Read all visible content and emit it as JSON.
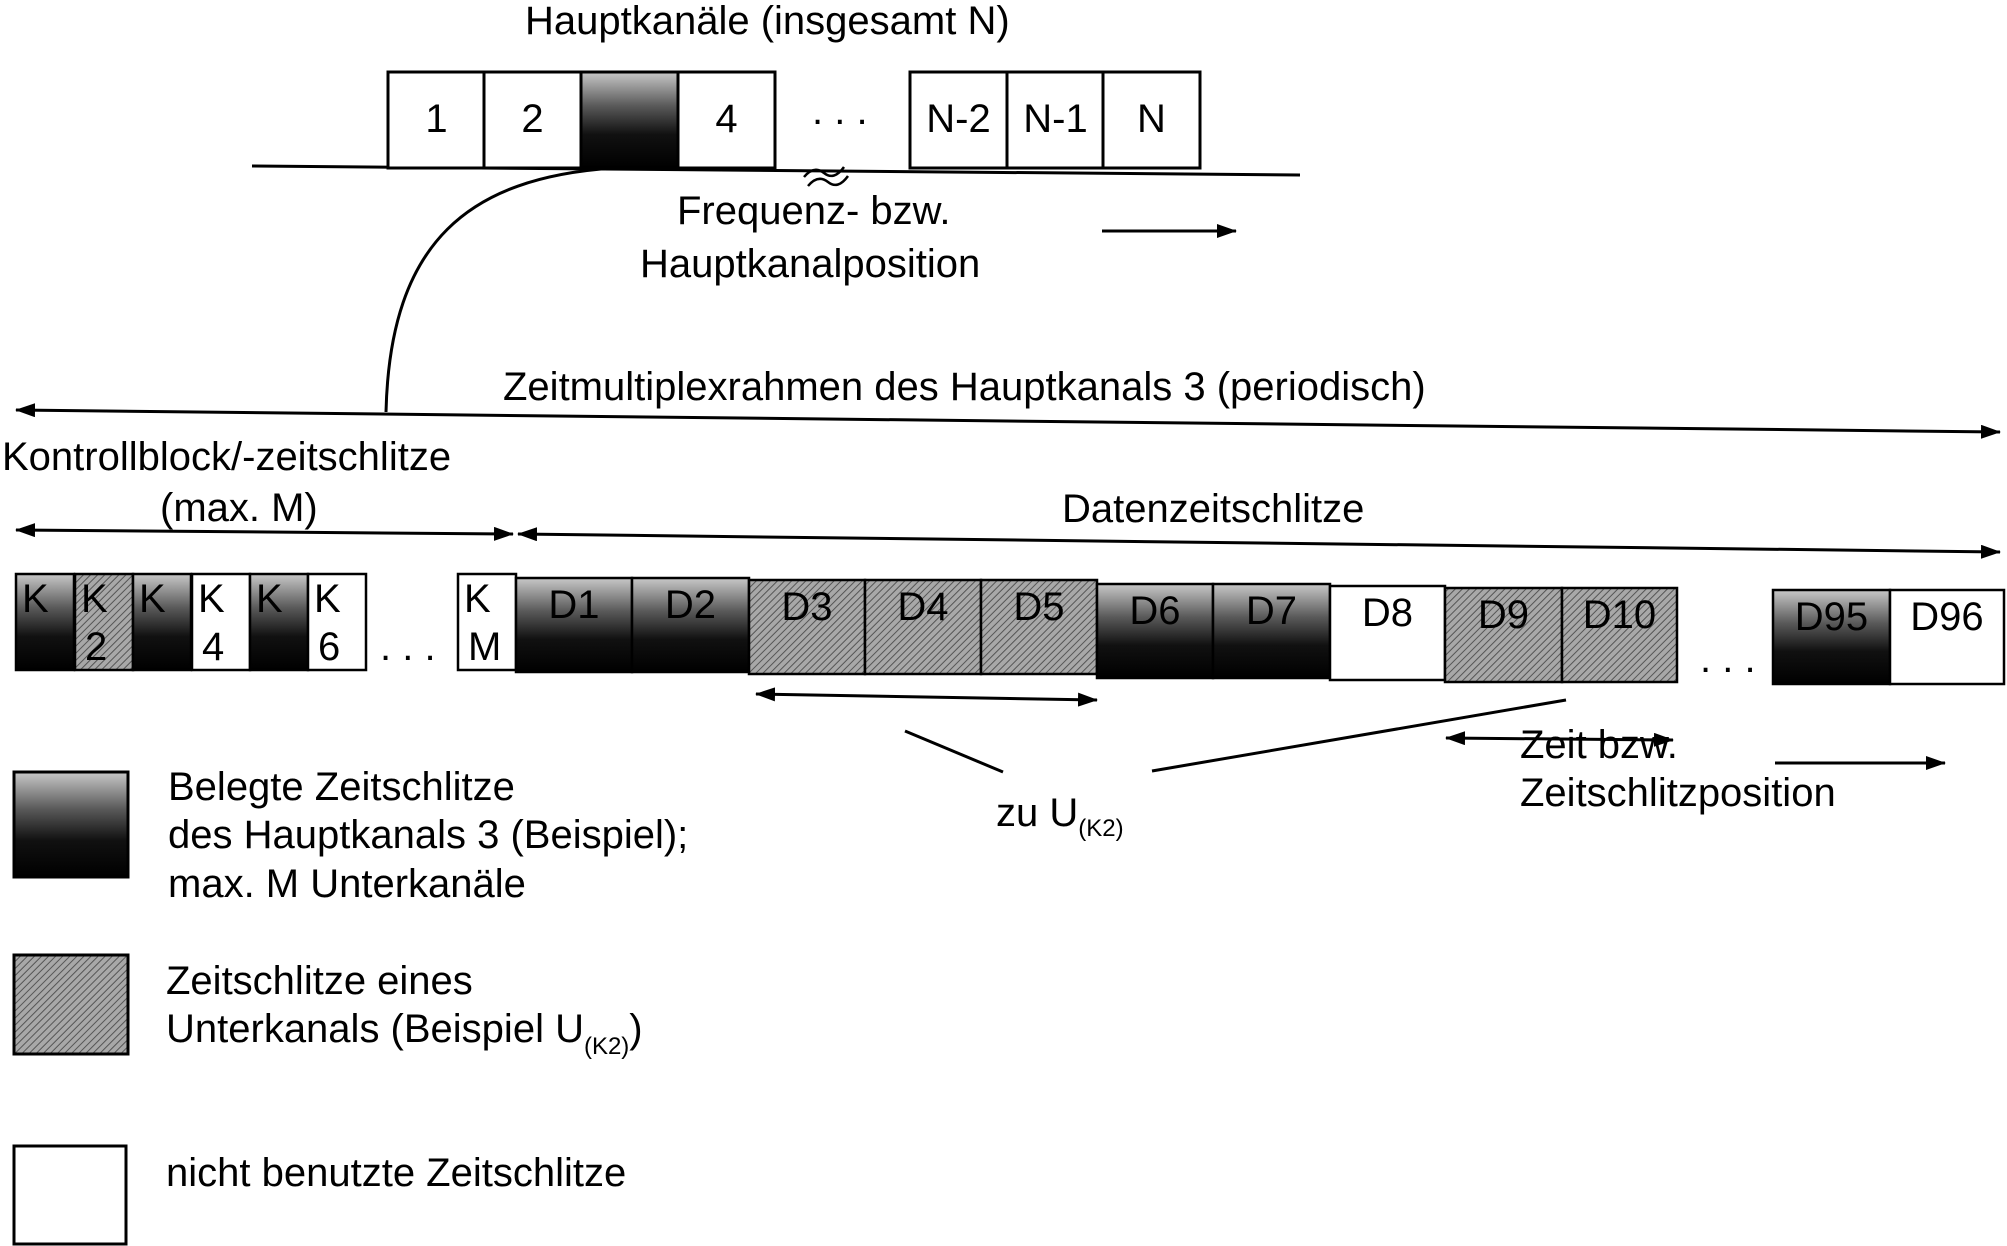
{
  "main_channels": {
    "title": "Hauptkanäle (insgesamt N)",
    "cells": [
      {
        "label": "1",
        "state": "free"
      },
      {
        "label": "2",
        "state": "free"
      },
      {
        "label": "",
        "state": "occupied"
      },
      {
        "label": "4",
        "state": "free"
      },
      {
        "label": "N-2",
        "state": "free"
      },
      {
        "label": "N-1",
        "state": "free"
      },
      {
        "label": "N",
        "state": "free"
      }
    ],
    "ellipsis": ". . .",
    "axis_label_line1": "Frequenz- bzw.",
    "axis_label_line2": "Hauptkanalposition"
  },
  "frame": {
    "title": "Zeitmultiplexrahmen des Hauptkanals 3 (periodisch)"
  },
  "control": {
    "label_line1": "Kontrollblock/-zeitschlitze",
    "label_line2": "(max. M)",
    "cells": [
      {
        "top": "K",
        "bottom": "",
        "state": "occupied"
      },
      {
        "top": "K",
        "bottom": "2",
        "state": "subchannel"
      },
      {
        "top": "K",
        "bottom": "",
        "state": "occupied"
      },
      {
        "top": "K",
        "bottom": "4",
        "state": "free"
      },
      {
        "top": "K",
        "bottom": "",
        "state": "occupied"
      },
      {
        "top": "K",
        "bottom": "6",
        "state": "free"
      },
      {
        "top": "K",
        "bottom": "M",
        "state": "free"
      }
    ],
    "ellipsis": ". . ."
  },
  "data": {
    "label": "Datenzeitschlitze",
    "cells": [
      {
        "label": "D1",
        "state": "occupied"
      },
      {
        "label": "D2",
        "state": "occupied"
      },
      {
        "label": "D3",
        "state": "subchannel"
      },
      {
        "label": "D4",
        "state": "subchannel"
      },
      {
        "label": "D5",
        "state": "subchannel"
      },
      {
        "label": "D6",
        "state": "occupied"
      },
      {
        "label": "D7",
        "state": "occupied"
      },
      {
        "label": "D8",
        "state": "free"
      },
      {
        "label": "D9",
        "state": "subchannel"
      },
      {
        "label": "D10",
        "state": "subchannel"
      },
      {
        "label": "D95",
        "state": "occupied"
      },
      {
        "label": "D96",
        "state": "free"
      }
    ],
    "ellipsis": ". . ."
  },
  "annotation": {
    "text": "zu U",
    "sub": "(K2)"
  },
  "time_axis": {
    "line1": "Zeit bzw.",
    "line2": "Zeitschlitzposition"
  },
  "legend": [
    {
      "state": "occupied",
      "lines": [
        "Belegte Zeitschlitze",
        "des Hauptkanals 3 (Beispiel);",
        "max. M Unterkanäle"
      ]
    },
    {
      "state": "subchannel",
      "lines": [
        "Zeitschlitze eines",
        "Unterkanals (Beispiel U"
      ],
      "sub": "(K2)",
      "tail": ")"
    },
    {
      "state": "free",
      "lines": [
        "nicht benutzte Zeitschlitze"
      ]
    }
  ],
  "colors": {
    "occupied_top": "#9a9a9a",
    "occupied_bottom": "#000000",
    "subchannel": "#8c8c8c",
    "free": "#ffffff",
    "line": "#000000"
  }
}
